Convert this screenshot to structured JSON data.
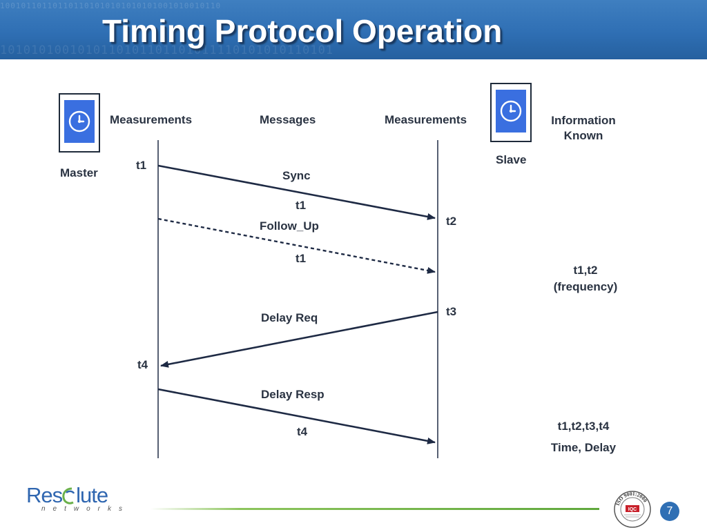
{
  "slide": {
    "title": "Timing Protocol Operation",
    "page_number": "7"
  },
  "header": {
    "binary_row_1": "100101101101101101010101010101001010010110",
    "binary_row_2": "1010101001010110101101101011110101010110101"
  },
  "diagram": {
    "master_label": "Master",
    "slave_label": "Slave",
    "col_master_measurements": "Measurements",
    "col_messages": "Messages",
    "col_slave_measurements": "Measurements",
    "col_information_line1": "Information",
    "col_information_line2": "Known",
    "messages": [
      {
        "name": "Sync",
        "payload": "t1",
        "style": "solid",
        "direction": "master-to-slave"
      },
      {
        "name": "Follow_Up",
        "payload": "t1",
        "style": "dashed",
        "direction": "master-to-slave"
      },
      {
        "name": "Delay Req",
        "payload": "",
        "style": "solid",
        "direction": "slave-to-master"
      },
      {
        "name": "Delay Resp",
        "payload": "t4",
        "style": "solid",
        "direction": "master-to-slave"
      }
    ],
    "timestamps": {
      "t1": "t1",
      "t2": "t2",
      "t3": "t3",
      "t4": "t4"
    },
    "info_known": [
      {
        "line1": "t1,t2",
        "line2": "(frequency)"
      },
      {
        "line1": "t1,t2,t3,t4",
        "line2": "Time, Delay"
      }
    ],
    "icons": {
      "master": "clock-icon",
      "slave": "clock-icon"
    }
  },
  "footer": {
    "logo_word_left": "Res",
    "logo_word_right": "lute",
    "logo_sub": "networks",
    "iso_text": "ISO 9001:2000",
    "iso_center": "IQC"
  },
  "colors": {
    "header_blue": "#2f6fb4",
    "arrow": "#1e2a44",
    "device_screen": "#3a6fe0",
    "footer_green": "#6ab04a"
  }
}
